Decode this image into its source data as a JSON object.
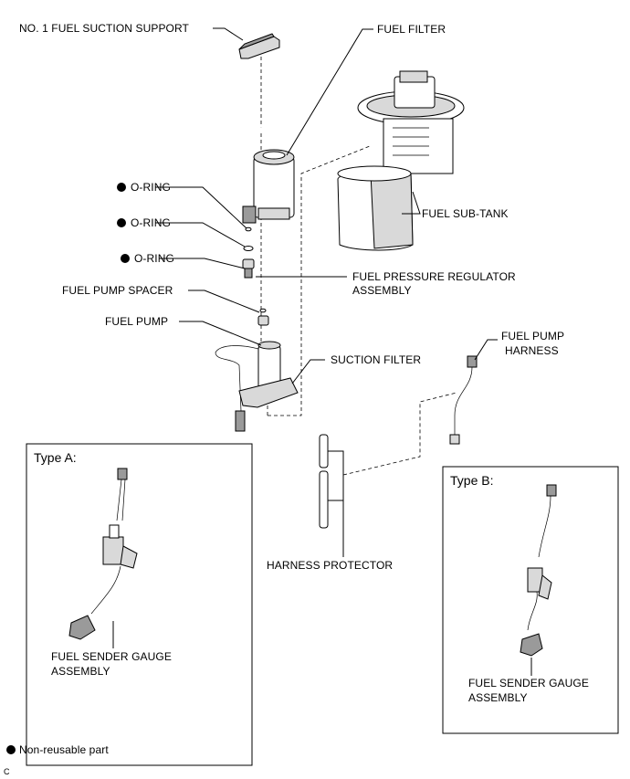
{
  "labels": {
    "suction_support": "NO. 1 FUEL SUCTION SUPPORT",
    "fuel_filter": "FUEL FILTER",
    "oring_1": "O-RING",
    "oring_2": "O-RING",
    "oring_3": "O-RING",
    "fuel_sub_tank": "FUEL SUB-TANK",
    "pressure_regulator_1": "FUEL PRESSURE REGULATOR",
    "pressure_regulator_2": "ASSEMBLY",
    "fuel_pump_spacer": "FUEL PUMP SPACER",
    "fuel_pump": "FUEL PUMP",
    "suction_filter": "SUCTION FILTER",
    "pump_harness_1": "FUEL PUMP",
    "pump_harness_2": "HARNESS",
    "harness_protector": "HARNESS PROTECTOR",
    "sender_a_1": "FUEL SENDER GAUGE",
    "sender_a_2": "ASSEMBLY",
    "sender_b_1": "FUEL SENDER GAUGE",
    "sender_b_2": "ASSEMBLY"
  },
  "boxes": {
    "type_a": "Type A:",
    "type_b": "Type B:"
  },
  "legend": {
    "text": "Non-reusable part",
    "symbol": "filled-circle"
  },
  "figure_code": "C"
}
